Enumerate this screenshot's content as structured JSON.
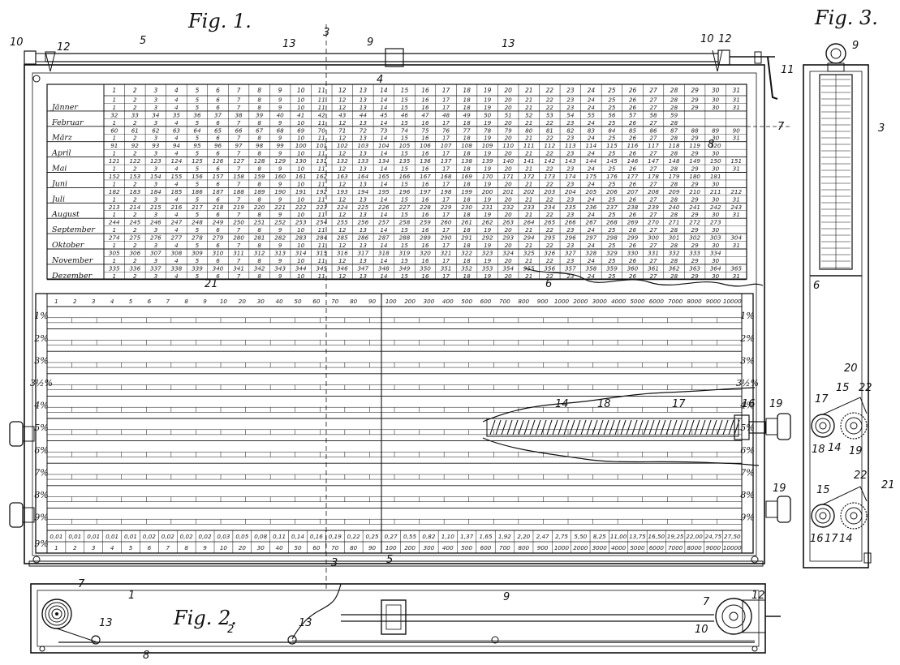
{
  "figures": {
    "fig1": "Fig. 1.",
    "fig2": "Fig. 2.",
    "fig3": "Fig. 3."
  },
  "months": [
    "Jänner",
    "Februar",
    "März",
    "April",
    "Mai",
    "Juni",
    "Juli",
    "August",
    "September",
    "Oktober",
    "November",
    "Dezember"
  ],
  "percent_rows": [
    "1%",
    "2%",
    "3%",
    "3½%",
    "4%",
    "5%",
    "6%",
    "7%",
    "8%",
    "9%"
  ],
  "top_header_days": [
    "1",
    "2",
    "3",
    "4",
    "5",
    "6",
    "7",
    "8",
    "9",
    "10",
    "11",
    "12",
    "13",
    "14",
    "15",
    "16",
    "17",
    "18",
    "19",
    "20",
    "21",
    "22",
    "23",
    "24",
    "25",
    "26",
    "27",
    "28",
    "29",
    "30",
    "31"
  ],
  "day_of_year_samples": [
    [
      "1",
      "2",
      "3",
      "4",
      "5",
      "6",
      "7",
      "8",
      "9",
      "10",
      "11",
      "12",
      "13",
      "14",
      "15",
      "16",
      "17",
      "18",
      "19",
      "20",
      "21",
      "22",
      "23",
      "24",
      "25",
      "26",
      "27",
      "28",
      "29",
      "30",
      "31"
    ],
    [
      "32",
      "33",
      "34",
      "35",
      "36",
      "37",
      "38",
      "39",
      "40",
      "41",
      "42",
      "43",
      "44",
      "45",
      "46",
      "47",
      "48",
      "49",
      "50",
      "51",
      "52",
      "53",
      "54",
      "55",
      "56",
      "57",
      "58",
      "59"
    ],
    [
      "60",
      "61",
      "62",
      "63",
      "64",
      "65",
      "66",
      "67",
      "68",
      "69",
      "70",
      "71",
      "72",
      "73",
      "74",
      "75",
      "76",
      "77",
      "78",
      "79",
      "80",
      "81",
      "82",
      "83",
      "84",
      "85",
      "86",
      "87",
      "88",
      "89",
      "90"
    ],
    [
      "91",
      "92",
      "93",
      "94",
      "95",
      "96",
      "97",
      "98",
      "99",
      "100",
      "101",
      "102",
      "103",
      "104",
      "105",
      "106",
      "107",
      "108",
      "109",
      "110",
      "111",
      "112",
      "113",
      "114",
      "115",
      "116",
      "117",
      "118",
      "119",
      "120"
    ],
    [
      "121",
      "122",
      "123",
      "124",
      "125",
      "126",
      "127",
      "128",
      "129",
      "130",
      "131",
      "132",
      "133",
      "134",
      "135",
      "136",
      "137",
      "138",
      "139",
      "140",
      "141",
      "142",
      "143",
      "144",
      "145",
      "146",
      "147",
      "148",
      "149",
      "150",
      "151"
    ],
    [
      "152",
      "153",
      "154",
      "155",
      "156",
      "157",
      "158",
      "159",
      "160",
      "161",
      "162",
      "163",
      "164",
      "165",
      "166",
      "167",
      "168",
      "169",
      "170",
      "171",
      "172",
      "173",
      "174",
      "175",
      "176",
      "177",
      "178",
      "179",
      "180",
      "181"
    ],
    [
      "182",
      "183",
      "184",
      "185",
      "186",
      "187",
      "188",
      "189",
      "190",
      "191",
      "192",
      "193",
      "194",
      "195",
      "196",
      "197",
      "198",
      "199",
      "200",
      "201",
      "202",
      "203",
      "204",
      "205",
      "206",
      "207",
      "208",
      "209",
      "210",
      "211",
      "212"
    ],
    [
      "213",
      "214",
      "215",
      "216",
      "217",
      "218",
      "219",
      "220",
      "221",
      "222",
      "223",
      "224",
      "225",
      "226",
      "227",
      "228",
      "229",
      "230",
      "231",
      "232",
      "233",
      "234",
      "235",
      "236",
      "237",
      "238",
      "239",
      "240",
      "241",
      "242",
      "243"
    ],
    [
      "244",
      "245",
      "246",
      "247",
      "248",
      "249",
      "250",
      "251",
      "252",
      "253",
      "254",
      "255",
      "256",
      "257",
      "258",
      "259",
      "260",
      "261",
      "262",
      "263",
      "264",
      "265",
      "266",
      "267",
      "268",
      "269",
      "270",
      "271",
      "272",
      "273"
    ],
    [
      "274",
      "275",
      "276",
      "277",
      "278",
      "279",
      "280",
      "281",
      "282",
      "283",
      "284",
      "285",
      "286",
      "287",
      "288",
      "289",
      "290",
      "291",
      "292",
      "293",
      "294",
      "295",
      "296",
      "297",
      "298",
      "299",
      "300",
      "301",
      "302",
      "303",
      "304"
    ],
    [
      "305",
      "306",
      "307",
      "308",
      "309",
      "310",
      "311",
      "312",
      "313",
      "314",
      "315",
      "316",
      "317",
      "318",
      "319",
      "320",
      "321",
      "322",
      "323",
      "324",
      "325",
      "326",
      "327",
      "328",
      "329",
      "330",
      "331",
      "332",
      "333",
      "334"
    ],
    [
      "335",
      "336",
      "337",
      "338",
      "339",
      "340",
      "341",
      "342",
      "343",
      "344",
      "345",
      "346",
      "347",
      "348",
      "349",
      "350",
      "351",
      "352",
      "353",
      "354",
      "355",
      "356",
      "357",
      "358",
      "359",
      "360",
      "361",
      "362",
      "363",
      "364",
      "365"
    ]
  ],
  "capital_scale_left": [
    "1",
    "2",
    "3",
    "4",
    "5",
    "6",
    "7",
    "8",
    "9",
    "10",
    "20",
    "30",
    "40",
    "50",
    "60",
    "70",
    "80",
    "90"
  ],
  "capital_scale_right": [
    "100",
    "200",
    "300",
    "400",
    "500",
    "600",
    "700",
    "800",
    "900",
    "1000",
    "2000",
    "3000",
    "4000",
    "5000",
    "6000",
    "7000",
    "8000",
    "9000",
    "10000"
  ],
  "bottom_results_left": [
    "0,01",
    "0,01",
    "0,01",
    "0,01",
    "0,01",
    "0,02",
    "0,02",
    "0,02",
    "0,02",
    "0,03",
    "0,05",
    "0,08",
    "0,11",
    "0,14",
    "0,16",
    "0,19",
    "0,22",
    "0,25"
  ],
  "bottom_results_right": [
    "0,27",
    "0,55",
    "0,82",
    "1,10",
    "1,37",
    "1,65",
    "1,92",
    "2,20",
    "2,47",
    "2,75",
    "5,50",
    "8,25",
    "11,00",
    "13,75",
    "16,50",
    "19,25",
    "22,00",
    "24,75",
    "27,50"
  ],
  "ref_numerals": {
    "n1": "1",
    "n2": "2",
    "n3": "3",
    "n4": "4",
    "n5": "5",
    "n6": "6",
    "n7": "7",
    "n8": "8",
    "n9": "9",
    "n10": "10",
    "n11": "11",
    "n12": "12",
    "n13": "13",
    "n14": "14",
    "n15": "15",
    "n16": "16",
    "n17": "17",
    "n18": "18",
    "n19": "19",
    "n20": "20",
    "n21": "21",
    "n22": "22"
  }
}
